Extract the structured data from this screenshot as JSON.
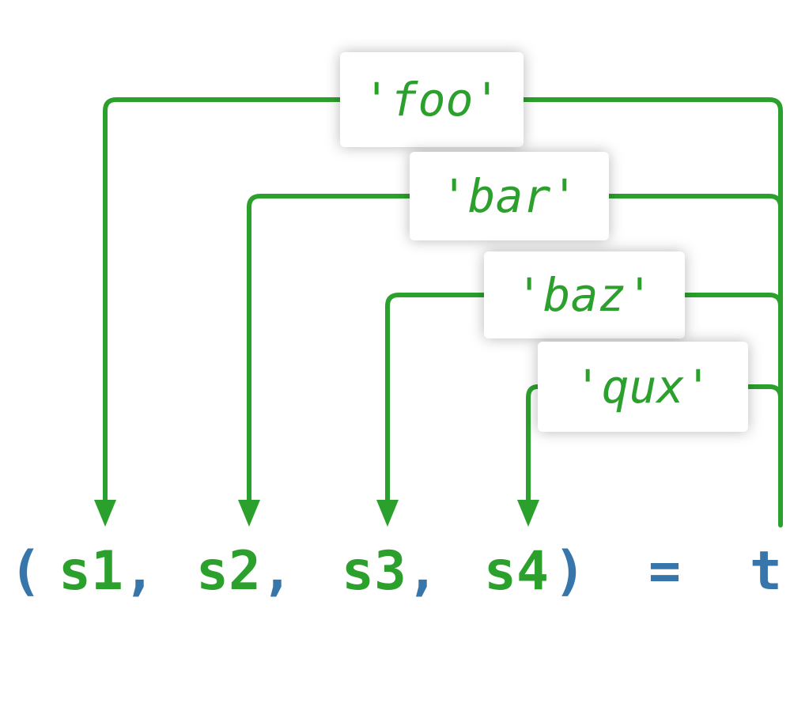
{
  "strings": {
    "foo": "'foo'",
    "bar": "'bar'",
    "baz": "'baz'",
    "qux": "'qux'"
  },
  "expression": {
    "paren_open": "(",
    "var1": "s1",
    "comma1": ",",
    "var2": "s2",
    "comma2": ",",
    "var3": "s3",
    "comma3": ",",
    "var4": "s4",
    "paren_close": ")",
    "equals": "=",
    "tuple_var": "t"
  },
  "assignments": [
    {
      "from": "'foo'",
      "to": "s1"
    },
    {
      "from": "'bar'",
      "to": "s2"
    },
    {
      "from": "'baz'",
      "to": "s3"
    },
    {
      "from": "'qux'",
      "to": "s4"
    }
  ],
  "tuple": {
    "variable": "t",
    "elements": [
      "'foo'",
      "'bar'",
      "'baz'",
      "'qux'"
    ]
  },
  "colors": {
    "arrow_green": "#2ca02c",
    "code_blue": "#3776ab",
    "box_background": "#ffffff"
  }
}
